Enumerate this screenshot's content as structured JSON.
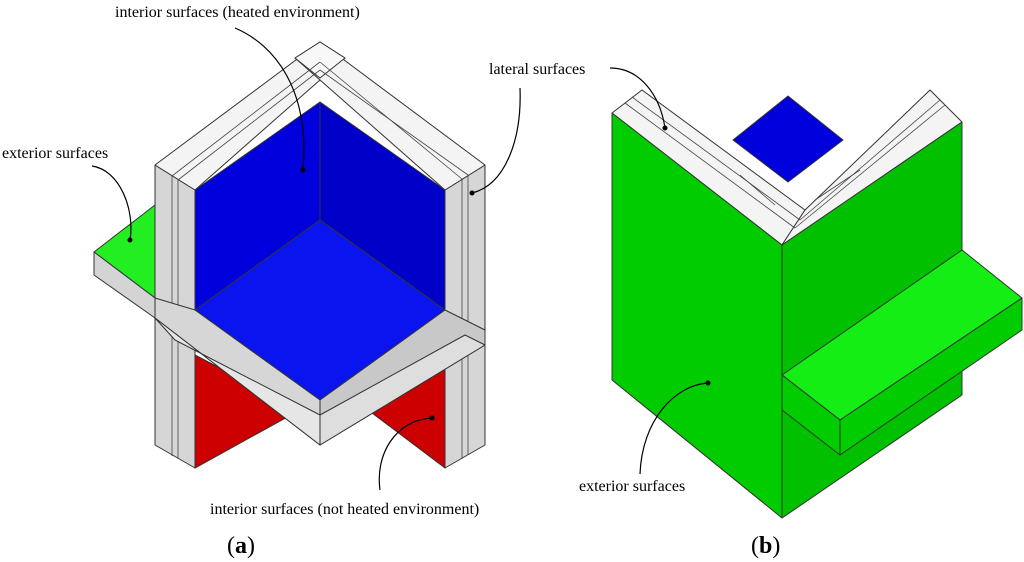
{
  "panel_a": {
    "label_interior_heated": "interior surfaces (heated environment)",
    "label_lateral": "lateral surfaces",
    "label_exterior": "exterior surfaces",
    "label_interior_not_heated": "interior surfaces (not heated environment)",
    "caption_open": "(",
    "caption_letter": "a",
    "caption_close": ")"
  },
  "panel_b": {
    "label_exterior": "exterior surfaces",
    "caption_open": "(",
    "caption_letter": "b",
    "caption_close": ")"
  },
  "colors": {
    "heated": "#0000dd",
    "heated_floor": "#0a14ee",
    "not_heated": "#cc0000",
    "exterior": "#00cc00",
    "exterior_light": "#11ee11",
    "lateral": "#d4d4d4",
    "lateral_top": "#f4f4f4"
  }
}
